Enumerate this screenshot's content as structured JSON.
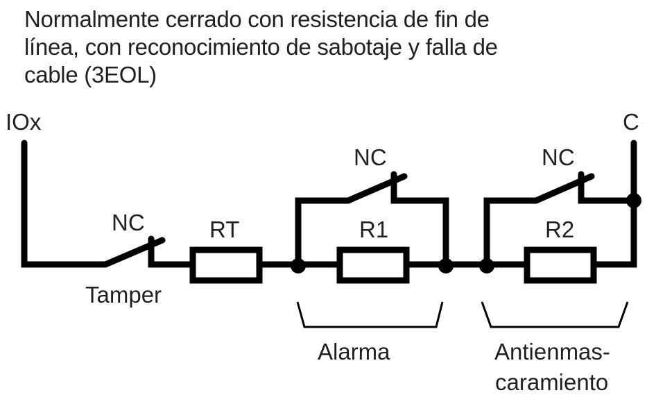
{
  "title": {
    "lines": [
      "Normalmente cerrado con resistencia de fin de",
      "línea, con reconocimiento de sabotaje y falla de",
      "cable (3EOL)"
    ]
  },
  "terminals": {
    "left": "IOx",
    "right": "C"
  },
  "components": {
    "tamper_switch": {
      "state": "NC",
      "label": "Tamper"
    },
    "rt": {
      "label": "RT"
    },
    "r1": {
      "label": "R1"
    },
    "alarm_switch": {
      "state": "NC"
    },
    "r2": {
      "label": "R2"
    },
    "mask_switch": {
      "state": "NC"
    }
  },
  "groups": {
    "alarm": "Alarma",
    "antimask_line1": "Antienmas-",
    "antimask_line2": "caramiento"
  },
  "colors": {
    "ink": "#000000",
    "text": "#231f20"
  }
}
